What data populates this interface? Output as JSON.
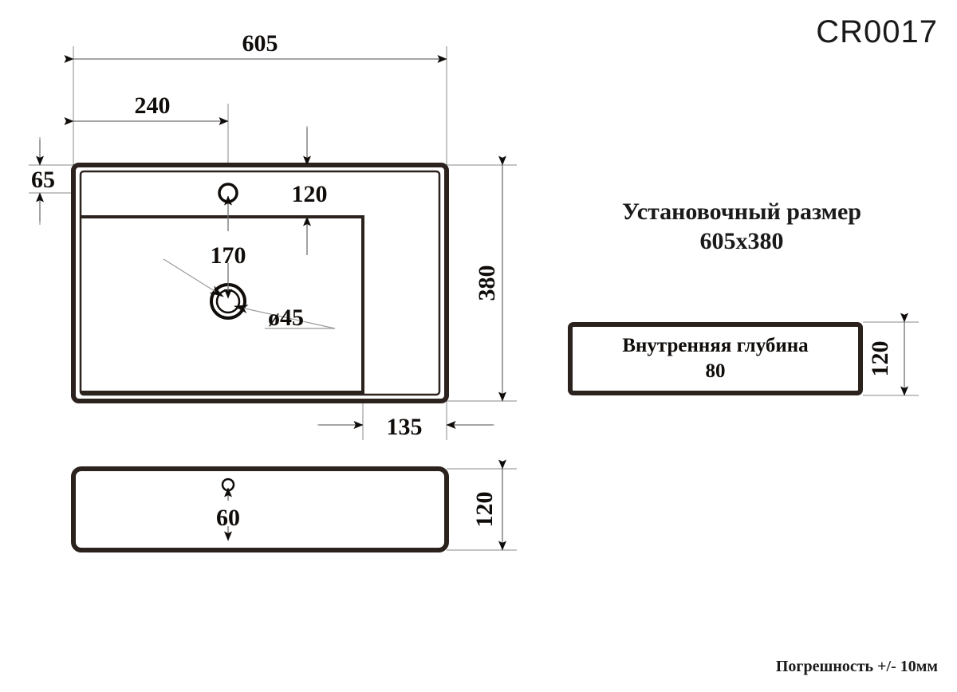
{
  "product": {
    "code": "CR0017"
  },
  "notes": {
    "install_title": "Установочный размер",
    "install_value": "605x380",
    "depth_title": "Внутренняя глубина",
    "depth_value": "80",
    "depth_side_dim": "120",
    "tolerance": "Погрешность +/- 10мм"
  },
  "top_view": {
    "overall_width": "605",
    "overall_depth": "380",
    "faucet_from_left": "240",
    "faucet_from_back": "65",
    "rim_front_to_basin": "120",
    "faucet_to_drain": "170",
    "drain_diameter": "ø45",
    "basin_right_offset": "135"
  },
  "side_view": {
    "height": "120",
    "hole_depth": "60"
  },
  "colors": {
    "outline": "#2b211d",
    "dimension_line": "#6f6f6f",
    "arrow": "#100c0a",
    "text": "#100c0a",
    "background": "#ffffff"
  }
}
